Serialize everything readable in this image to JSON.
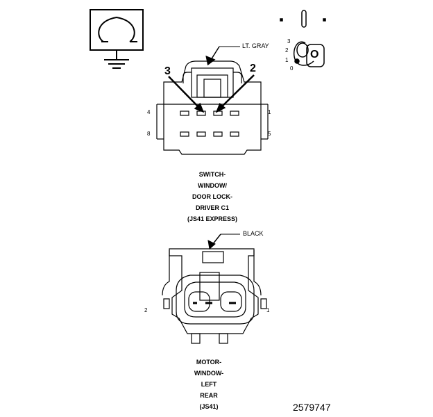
{
  "connector1": {
    "color_label": "LT. GRAY",
    "cavity_left_top": "4",
    "cavity_right_top": "1",
    "cavity_left_bottom": "8",
    "cavity_right_bottom": "5",
    "pointer_left": "3",
    "pointer_right": "2",
    "name_lines": [
      "SWITCH-",
      "WINDOW/",
      "DOOR LOCK-",
      "DRIVER C1",
      "(JS41 EXPRESS)"
    ]
  },
  "connector2": {
    "color_label": "BLACK",
    "cavity_left": "2",
    "cavity_right": "1",
    "name_lines": [
      "MOTOR-",
      "WINDOW-",
      "LEFT",
      "REAR",
      "(JS41)"
    ]
  },
  "key_icon": {
    "positions": [
      "3",
      "2",
      "1",
      "0"
    ],
    "letter": "O"
  },
  "figure_number": "2579747"
}
